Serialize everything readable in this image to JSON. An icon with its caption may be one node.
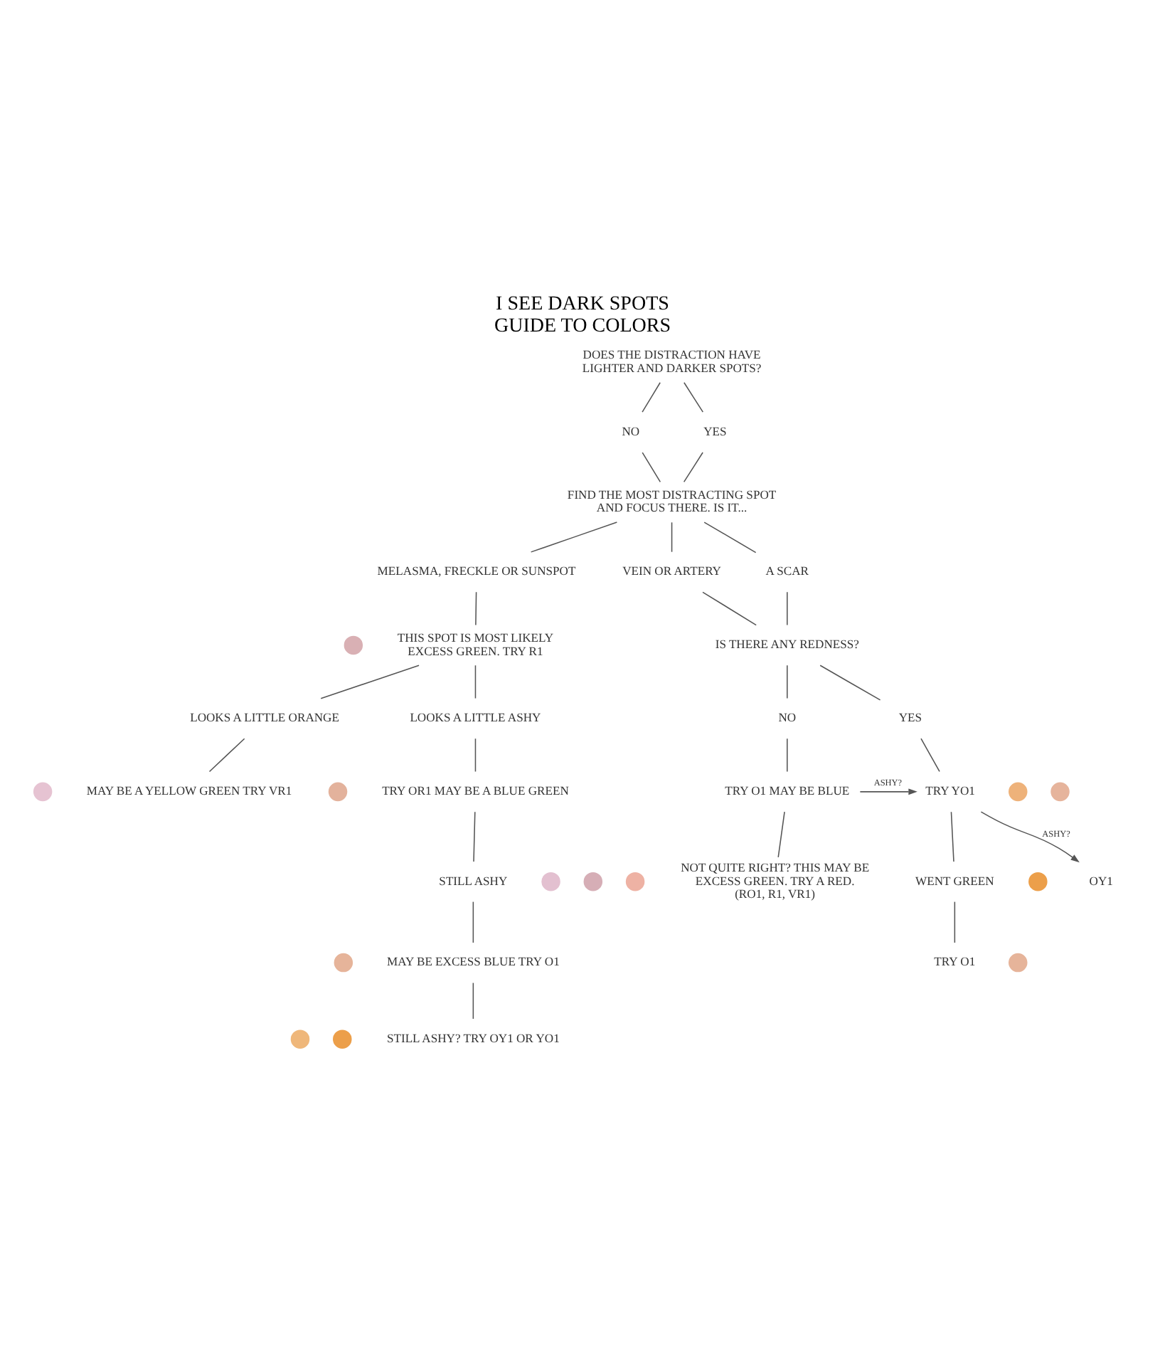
{
  "diagram": {
    "title": "I SEE DARK SPOTS",
    "caption": "GUIDE TO COLORS",
    "nodes": [
      {
        "text": [
          "DOES THE DISTRACTION HAVE LIGHTER AND DARKER SPOTS?"
        ]
      },
      {
        "text": [
          "NO"
        ]
      },
      {
        "text": [
          "YES"
        ]
      },
      {
        "text": [
          "FIND THE MOST DISTRACTING SPOT AND FOCUS THERE. IS IT..."
        ]
      },
      {
        "text": [
          "MELASMA, FRECKLE OR SUNSPOT"
        ]
      },
      {
        "text": [
          "A SCAR"
        ]
      },
      {
        "text": [
          "VEIN OR ARTERY"
        ]
      },
      {
        "text": [
          "THIS SPOT IS MOST LIKELY EXCESS GREEN. TRY R1"
        ]
      },
      {
        "text": [],
        "shape": "circle"
      },
      {
        "text": [
          "IS THERE ANY REDNESS?"
        ]
      },
      {
        "text": [
          "LOOKS A LITTLE ORANGE"
        ]
      },
      {
        "text": [
          "LOOKS A LITTLE ASHY"
        ]
      },
      {
        "text": [
          "YES"
        ]
      },
      {
        "text": [
          "NO"
        ]
      },
      {
        "text": [
          "MAY BE A YELLOW GREEN TRY VR1"
        ]
      },
      {
        "text": [],
        "shape": "circle"
      },
      {
        "text": [
          "TRY OR1 MAY BE A BLUE GREEN"
        ]
      },
      {
        "text": [],
        "shape": "circle"
      },
      {
        "text": [],
        "shape": "circle"
      },
      {
        "text": [
          "TRY YO1"
        ]
      },
      {
        "text": [
          "TRY O1 MAY BE BLUE"
        ]
      },
      {
        "text": [],
        "shape": "circle"
      },
      {
        "text": [
          "WENT GREEN"
        ]
      },
      {
        "text": [
          "OY1"
        ]
      },
      {
        "text": [],
        "shape": "circle"
      },
      {
        "text": [],
        "shape": "circle"
      },
      {
        "text": [
          "TRY O1"
        ]
      },
      {
        "text": [
          "NOT QUITE RIGHT? THIS MAY BE EXCESS GREEN. TRY A RED.",
          "(RO1, R1, VR1)"
        ]
      },
      {
        "text": [],
        "shape": "circle"
      },
      {
        "text": [],
        "shape": "circle"
      },
      {
        "text": [],
        "shape": "circle"
      },
      {
        "text": [
          "STILL ASHY"
        ]
      },
      {
        "text": [
          "MAY BE EXCESS BLUE TRY O1"
        ]
      },
      {
        "text": [],
        "shape": "circle"
      },
      {
        "text": [
          "STILL ASHY? TRY OY1 OR YO1"
        ]
      },
      {
        "text": [],
        "shape": "circle"
      },
      {
        "text": [],
        "shape": "circle"
      }
    ],
    "edges": [
      {
        "from": 0,
        "to": 1,
        "arrow": "none"
      },
      {
        "from": 1,
        "to": 3,
        "arrow": "none"
      },
      {
        "from": 0,
        "to": 2,
        "arrow": "none"
      },
      {
        "from": 2,
        "to": 3,
        "arrow": "none"
      },
      {
        "from": 3,
        "to": 4,
        "arrow": "none"
      },
      {
        "from": 3,
        "to": 5,
        "arrow": "none"
      },
      {
        "from": 3,
        "to": 6,
        "arrow": "none"
      },
      {
        "from": 4,
        "to": 7,
        "arrow": "none"
      },
      {
        "from": 5,
        "to": 9,
        "arrow": "none"
      },
      {
        "from": 6,
        "to": 9,
        "arrow": "none"
      },
      {
        "from": 7,
        "to": 10,
        "arrow": "none"
      },
      {
        "from": 7,
        "to": 11,
        "arrow": "none"
      },
      {
        "from": 9,
        "to": 12,
        "arrow": "none"
      },
      {
        "from": 9,
        "to": 13,
        "arrow": "none"
      },
      {
        "from": 10,
        "to": 14,
        "arrow": "none"
      },
      {
        "from": 11,
        "to": 16,
        "arrow": "none"
      },
      {
        "from": 12,
        "to": 19,
        "arrow": "none"
      },
      {
        "from": 13,
        "to": 20,
        "arrow": "none"
      },
      {
        "from": 20,
        "to": 19,
        "arrow": "to",
        "label": "ASHY?"
      },
      {
        "from": 19,
        "to": 23,
        "arrow": "to",
        "label": "ASHY?"
      },
      {
        "from": 19,
        "to": 22,
        "arrow": "none"
      },
      {
        "from": 22,
        "to": 26,
        "arrow": "none"
      },
      {
        "from": 20,
        "to": 27,
        "arrow": "none"
      },
      {
        "from": 16,
        "to": 31,
        "arrow": "none"
      },
      {
        "from": 31,
        "to": 32,
        "arrow": "none"
      },
      {
        "from": 32,
        "to": 34,
        "arrow": "none"
      }
    ]
  }
}
